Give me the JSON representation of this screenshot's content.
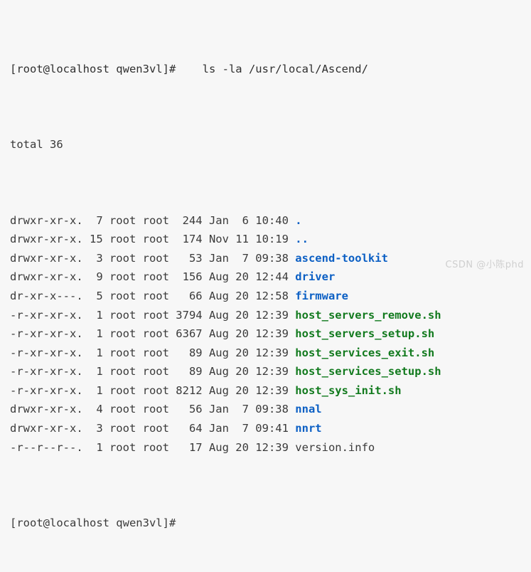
{
  "terminal": {
    "background_color": "#f7f7f7",
    "foreground_color": "#3a3a3a",
    "dir_color": "#0b5fc4",
    "exec_color": "#127a1e",
    "file_color": "#3a3a3a",
    "prompt": "[root@localhost qwen3vl]#",
    "command_gap": "    ",
    "command": "ls -la /usr/local/Ascend/",
    "total_line": "total 36",
    "prompt_last": "[root@localhost qwen3vl]#"
  },
  "listing": {
    "columns": [
      "permissions",
      "links",
      "owner",
      "group",
      "size",
      "month",
      "day",
      "time",
      "name"
    ],
    "rows": [
      {
        "permissions": "drwxr-xr-x.",
        "links": "7",
        "owner": "root",
        "group": "root",
        "size": "244",
        "month": "Jan",
        "day": "6",
        "time": "10:40",
        "name": ".",
        "type": "dir",
        "meta": "drwxr-xr-x.  7 root root  244 Jan  6 10:40 "
      },
      {
        "permissions": "drwxr-xr-x.",
        "links": "15",
        "owner": "root",
        "group": "root",
        "size": "174",
        "month": "Nov",
        "day": "11",
        "time": "10:19",
        "name": "..",
        "type": "dir",
        "meta": "drwxr-xr-x. 15 root root  174 Nov 11 10:19 "
      },
      {
        "permissions": "drwxr-xr-x.",
        "links": "3",
        "owner": "root",
        "group": "root",
        "size": "53",
        "month": "Jan",
        "day": "7",
        "time": "09:38",
        "name": "ascend-toolkit",
        "type": "dir",
        "meta": "drwxr-xr-x.  3 root root   53 Jan  7 09:38 "
      },
      {
        "permissions": "drwxr-xr-x.",
        "links": "9",
        "owner": "root",
        "group": "root",
        "size": "156",
        "month": "Aug",
        "day": "20",
        "time": "12:44",
        "name": "driver",
        "type": "dir",
        "meta": "drwxr-xr-x.  9 root root  156 Aug 20 12:44 "
      },
      {
        "permissions": "dr-xr-x---.",
        "links": "5",
        "owner": "root",
        "group": "root",
        "size": "66",
        "month": "Aug",
        "day": "20",
        "time": "12:58",
        "name": "firmware",
        "type": "dir",
        "meta": "dr-xr-x---.  5 root root   66 Aug 20 12:58 "
      },
      {
        "permissions": "-r-xr-xr-x.",
        "links": "1",
        "owner": "root",
        "group": "root",
        "size": "3794",
        "month": "Aug",
        "day": "20",
        "time": "12:39",
        "name": "host_servers_remove.sh",
        "type": "exec",
        "meta": "-r-xr-xr-x.  1 root root 3794 Aug 20 12:39 "
      },
      {
        "permissions": "-r-xr-xr-x.",
        "links": "1",
        "owner": "root",
        "group": "root",
        "size": "6367",
        "month": "Aug",
        "day": "20",
        "time": "12:39",
        "name": "host_servers_setup.sh",
        "type": "exec",
        "meta": "-r-xr-xr-x.  1 root root 6367 Aug 20 12:39 "
      },
      {
        "permissions": "-r-xr-xr-x.",
        "links": "1",
        "owner": "root",
        "group": "root",
        "size": "89",
        "month": "Aug",
        "day": "20",
        "time": "12:39",
        "name": "host_services_exit.sh",
        "type": "exec",
        "meta": "-r-xr-xr-x.  1 root root   89 Aug 20 12:39 "
      },
      {
        "permissions": "-r-xr-xr-x.",
        "links": "1",
        "owner": "root",
        "group": "root",
        "size": "89",
        "month": "Aug",
        "day": "20",
        "time": "12:39",
        "name": "host_services_setup.sh",
        "type": "exec",
        "meta": "-r-xr-xr-x.  1 root root   89 Aug 20 12:39 "
      },
      {
        "permissions": "-r-xr-xr-x.",
        "links": "1",
        "owner": "root",
        "group": "root",
        "size": "8212",
        "month": "Aug",
        "day": "20",
        "time": "12:39",
        "name": "host_sys_init.sh",
        "type": "exec",
        "meta": "-r-xr-xr-x.  1 root root 8212 Aug 20 12:39 "
      },
      {
        "permissions": "drwxr-xr-x.",
        "links": "4",
        "owner": "root",
        "group": "root",
        "size": "56",
        "month": "Jan",
        "day": "7",
        "time": "09:38",
        "name": "nnal",
        "type": "dir",
        "meta": "drwxr-xr-x.  4 root root   56 Jan  7 09:38 "
      },
      {
        "permissions": "drwxr-xr-x.",
        "links": "3",
        "owner": "root",
        "group": "root",
        "size": "64",
        "month": "Jan",
        "day": "7",
        "time": "09:41",
        "name": "nnrt",
        "type": "dir",
        "meta": "drwxr-xr-x.  3 root root   64 Jan  7 09:41 "
      },
      {
        "permissions": "-r--r--r--.",
        "links": "1",
        "owner": "root",
        "group": "root",
        "size": "17",
        "month": "Aug",
        "day": "20",
        "time": "12:39",
        "name": "version.info",
        "type": "file",
        "meta": "-r--r--r--.  1 root root   17 Aug 20 12:39 "
      }
    ]
  },
  "watermark": {
    "text": "CSDN @小陈phd"
  }
}
